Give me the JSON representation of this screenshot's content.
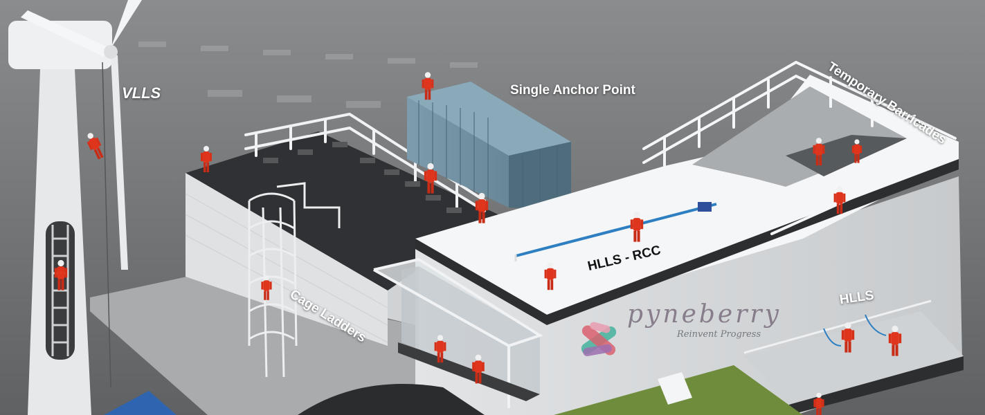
{
  "scene": {
    "description_colors": {
      "sky": "#7b7d7f",
      "roof_white": "#f4f6f7",
      "roof_dark": "#2e3033",
      "wall": "#d8dadc",
      "container": "#6d8ea0",
      "worker": "#e0351d",
      "lifeline_blue": "#2e7fc2"
    }
  },
  "labels": {
    "vlls": "VLLS",
    "single_anchor_point": "Single Anchor Point",
    "temporary_barricades": "Temporary Barricades",
    "hlls_rcc": "HLLS - RCC",
    "cage_ladders": "Cage Ladders",
    "hlls": "HLLS"
  },
  "logo": {
    "name": "pyneberry",
    "tagline": "Reinvent Progress",
    "colors": [
      "#5bb8a6",
      "#d9606f",
      "#9c6fb0",
      "#e7a0b2"
    ]
  }
}
